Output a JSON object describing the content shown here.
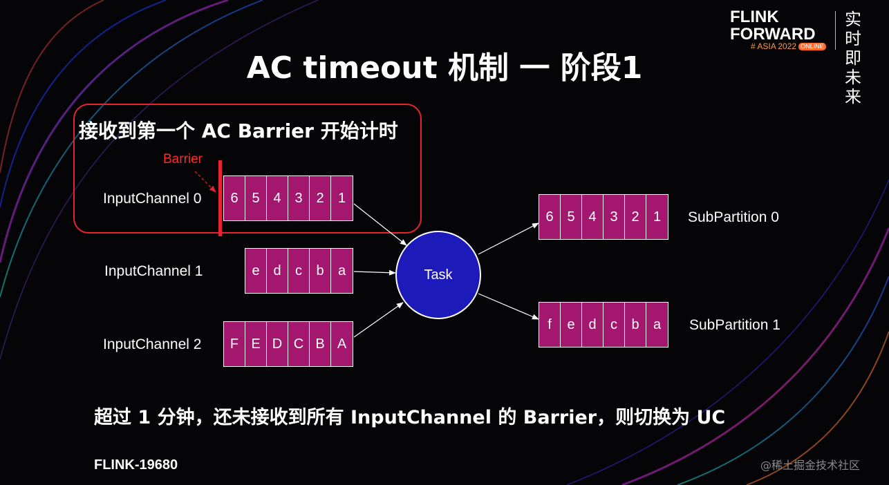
{
  "slide": {
    "title": "AC timeout 机制 一 阶段1",
    "stage_label": "接收到第一个 AC Barrier 开始计时",
    "barrier_label": "Barrier",
    "bottom_note": "超过 1 分钟，还未接收到所有 InputChannel 的 Barrier，则切换为 UC",
    "jira": "FLINK-19680",
    "watermark": "@稀土掘金技术社区"
  },
  "logo": {
    "line1": "FLINK",
    "line2": "FORWARD",
    "sub": "# ASIA 2022",
    "tag": "ONLINE",
    "cn": "实时即未来"
  },
  "inputs": [
    {
      "label": "InputChannel 0",
      "cells": [
        "6",
        "5",
        "4",
        "3",
        "2",
        "1"
      ]
    },
    {
      "label": "InputChannel 1",
      "cells": [
        "e",
        "d",
        "c",
        "b",
        "a"
      ]
    },
    {
      "label": "InputChannel 2",
      "cells": [
        "F",
        "E",
        "D",
        "C",
        "B",
        "A"
      ]
    }
  ],
  "task": {
    "label": "Task"
  },
  "outputs": [
    {
      "label": "SubPartition 0",
      "cells": [
        "6",
        "5",
        "4",
        "3",
        "2",
        "1"
      ]
    },
    {
      "label": "SubPartition 1",
      "cells": [
        "f",
        "e",
        "d",
        "c",
        "b",
        "a"
      ]
    }
  ],
  "colors": {
    "cell_fill": "#a3176f",
    "task_fill": "#1c1ab8",
    "highlight": "#e8242f"
  }
}
